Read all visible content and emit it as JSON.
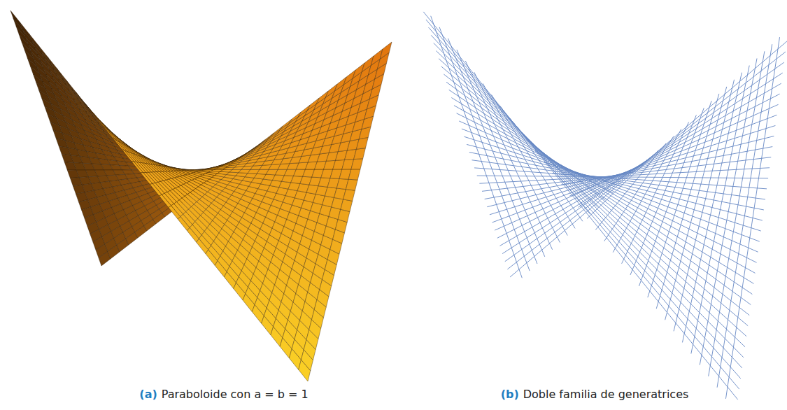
{
  "diagram": {
    "labels": [
      "(a)",
      "Paraboloide con a = b = 1",
      "(b)",
      "Doble familia de generatrices"
    ]
  }
}
